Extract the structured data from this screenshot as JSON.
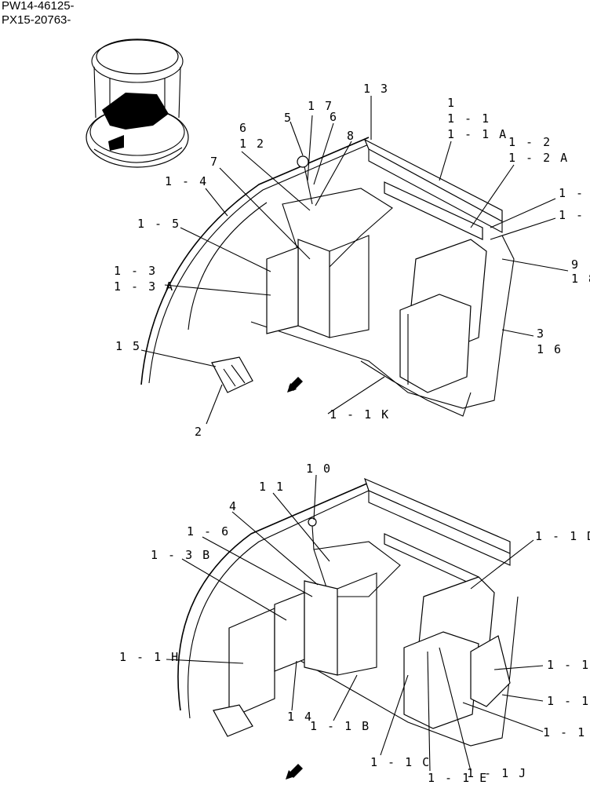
{
  "header": {
    "serial_1": "PW14-46125-",
    "serial_2": "PX15-20763-"
  },
  "upper_callouts": {
    "c13": "1 3",
    "c1": "1",
    "c1_1": "1 - 1",
    "c1_1A": "1 - 1 A",
    "c1_2": "1 - 2",
    "c1_2A": "1 - 2 A",
    "c17": "1 7",
    "c6a": "6",
    "c5": "5",
    "c6b": "6",
    "c12": "1 2",
    "c8": "8",
    "c7": "7",
    "c1_4": "1 - 4",
    "c1_5": "1 - 5",
    "c1_3": "1 - 3",
    "c1_3A": "1 - 3 A",
    "c15": "1 5",
    "c2": "2",
    "c1_1K": "1 - 1 K",
    "c9": "9",
    "c3": "3",
    "c16": "1 6",
    "c1_right_a": "1 -",
    "c1_right_b": "1 -",
    "c1_right_c": "1 8"
  },
  "lower_callouts": {
    "c10": "1 0",
    "c11": "1 1",
    "c4": "4",
    "c1_6": "1 - 6",
    "c1_3B": "1 - 3 B",
    "c1_1H": "1 - 1 H",
    "c14": "1 4",
    "c1_1B": "1 - 1 B",
    "c1_1C": "1 - 1 C",
    "c1_1E": "1 - 1 E",
    "c1_1J": "1 - 1 J",
    "c1_1D": "1 - 1 D",
    "c1_1_r1": "1 - 1",
    "c1_1_r2": "1 - 1",
    "c1_1_r3": "1 - 1"
  }
}
